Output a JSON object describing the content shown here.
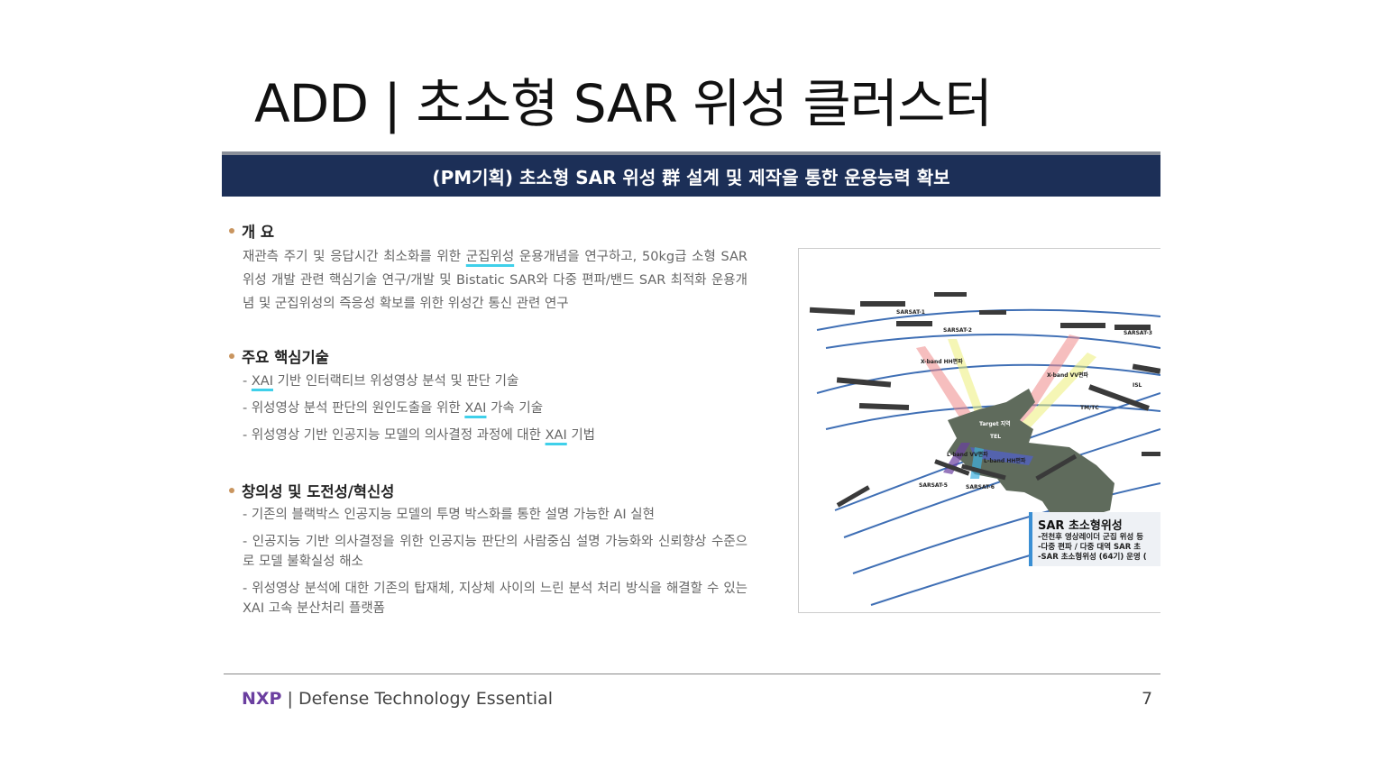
{
  "title": "ADD | 초소형 SAR 위성 클러스터",
  "banner": "(PM기획) 초소형 SAR 위성 群 설계 및 제작을 통한 운용능력 확보",
  "sections": {
    "overview": {
      "heading": "개 요",
      "pre": "재관측 주기 및 응답시간 최소화를 위한 ",
      "highlight": "군집위성",
      "post": " 운용개념을 연구하고, 50kg급 소형 SAR 위성 개발 관련 핵심기술 연구/개발 및 Bistatic SAR와 다중 편파/밴드 SAR 최적화 운용개념 및 군집위성의 즉응성 확보를 위한 위성간 통신 관련 연구"
    },
    "core_tech": {
      "heading": "주요 핵심기술",
      "items": [
        {
          "pre": "- ",
          "hl": "XAI",
          "post": " 기반 인터랙티브 위성영상 분석 및 판단 기술"
        },
        {
          "pre": "- 위성영상 분석 판단의 원인도출을 위한 ",
          "hl": "XAI",
          "post": " 가속 기술"
        },
        {
          "pre": "- 위성영상 기반 인공지능 모델의 의사결정 과정에 대한 ",
          "hl": "XAI",
          "post": " 기법"
        }
      ]
    },
    "innovation": {
      "heading": "창의성 및 도전성/혁신성",
      "items": [
        "- 기존의 블랙박스 인공지능 모델의 투명 박스화를 통한 설명 가능한 AI 실현",
        "- 인공지능 기반 의사결정을 위한 인공지능 판단의 사람중심 설명 가능화와 신뢰향상 수준으로 모델 불확실성 해소",
        "- 위성영상 분석에 대한 기존의 탑재체, 지상체 사이의 느린 분석 처리 방식을 해결할 수 있는 XAI 고속 분산처리 플랫폼"
      ]
    }
  },
  "figure": {
    "labels": {
      "sarsat1": "SARSAT-1",
      "sarsat2": "SARSAT-2",
      "sarsat3": "SARSAT-3",
      "sarsat5": "SARSAT-5",
      "sarsat6": "SARSAT-6",
      "xhh": "X-band HH편파",
      "xvv": "X-band VV편파",
      "lvv": "L-band VV편파",
      "lhh": "L-band HH편파",
      "isl": "ISL",
      "tmtc": "TM/TC",
      "target": "Target 지역",
      "tel": "TEL"
    },
    "legend": {
      "title": "SAR 초소형위성",
      "lines": [
        "-전천후 영상레이더 군집 위성 등",
        "-다중 편파 / 다중 대역 SAR 초",
        "-SAR 초소형위성 (64기) 운영 ("
      ]
    }
  },
  "footer": {
    "brand": "NXP",
    "separator": " | ",
    "text": "Defense Technology Essential",
    "page": "7"
  },
  "colors": {
    "banner": "#1c2f57",
    "bullet": "#c9955f",
    "highlight": "#3fd0ea",
    "brand": "#6b3fa0"
  }
}
